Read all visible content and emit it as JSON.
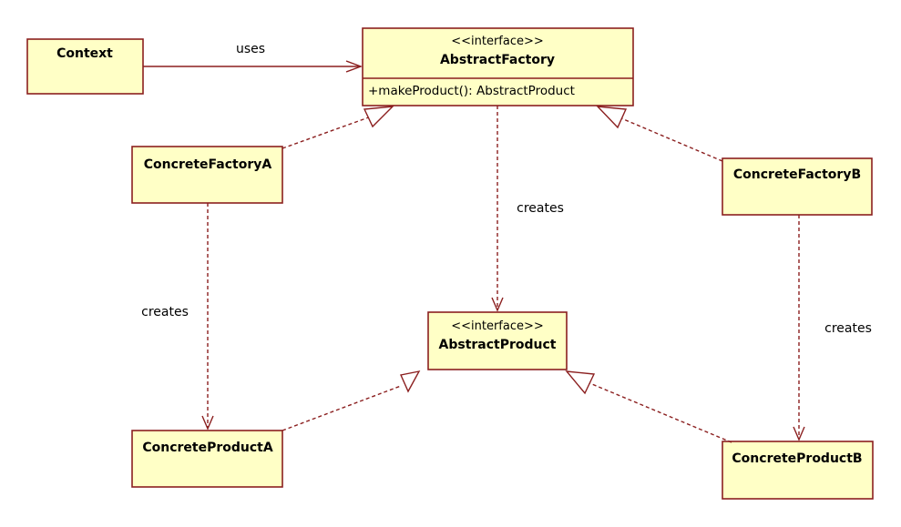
{
  "classes": {
    "context": {
      "name": "Context"
    },
    "abstract_factory": {
      "stereotype": "<<interface>>",
      "name": "AbstractFactory",
      "operation": "+makeProduct(): AbstractProduct"
    },
    "concrete_factory_a": {
      "name": "ConcreteFactoryA"
    },
    "concrete_factory_b": {
      "name": "ConcreteFactoryB"
    },
    "abstract_product": {
      "stereotype": "<<interface>>",
      "name": "AbstractProduct"
    },
    "concrete_product_a": {
      "name": "ConcreteProductA"
    },
    "concrete_product_b": {
      "name": "ConcreteProductB"
    }
  },
  "relations": {
    "context_uses": "uses",
    "factory_creates": "creates",
    "factory_a_creates": "creates",
    "factory_b_creates": "creates"
  },
  "colors": {
    "box_fill": "#ffffc6",
    "line": "#8b1f1f"
  }
}
